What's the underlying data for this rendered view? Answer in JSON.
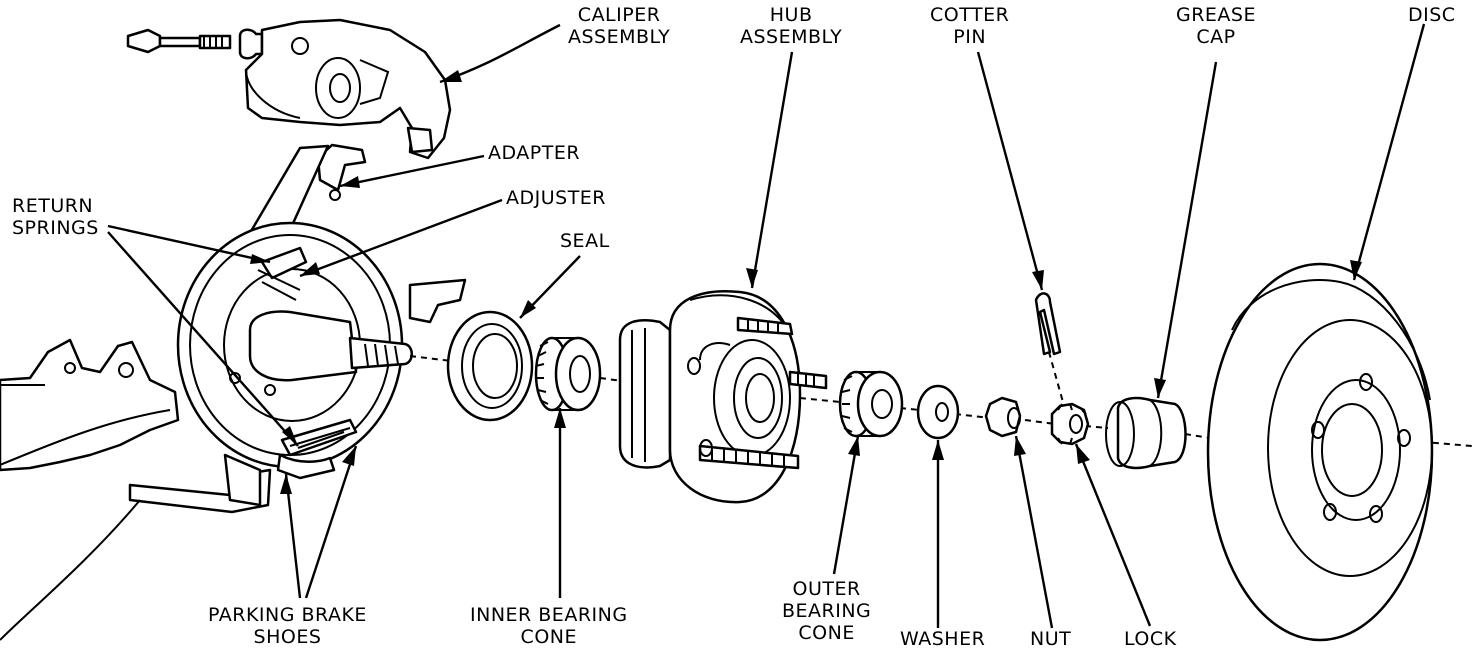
{
  "labels": {
    "caliper_assembly": [
      "CALIPER",
      "ASSEMBLY"
    ],
    "hub_assembly": [
      "HUB",
      "ASSEMBLY"
    ],
    "cotter_pin": [
      "COTTER",
      "PIN"
    ],
    "grease_cap": [
      "GREASE",
      "CAP"
    ],
    "disc": [
      "DISC"
    ],
    "adapter": [
      "ADAPTER"
    ],
    "adjuster": [
      "ADJUSTER"
    ],
    "return_springs": [
      "RETURN",
      "SPRINGS"
    ],
    "seal": [
      "SEAL"
    ],
    "parking_brake_shoes": [
      "PARKING BRAKE",
      "SHOES"
    ],
    "inner_bearing_cone": [
      "INNER BEARING",
      "CONE"
    ],
    "outer_bearing_cone": [
      "OUTER",
      "BEARING",
      "CONE"
    ],
    "washer": [
      "WASHER"
    ],
    "nut": [
      "NUT"
    ],
    "lock": [
      "LOCK"
    ]
  }
}
